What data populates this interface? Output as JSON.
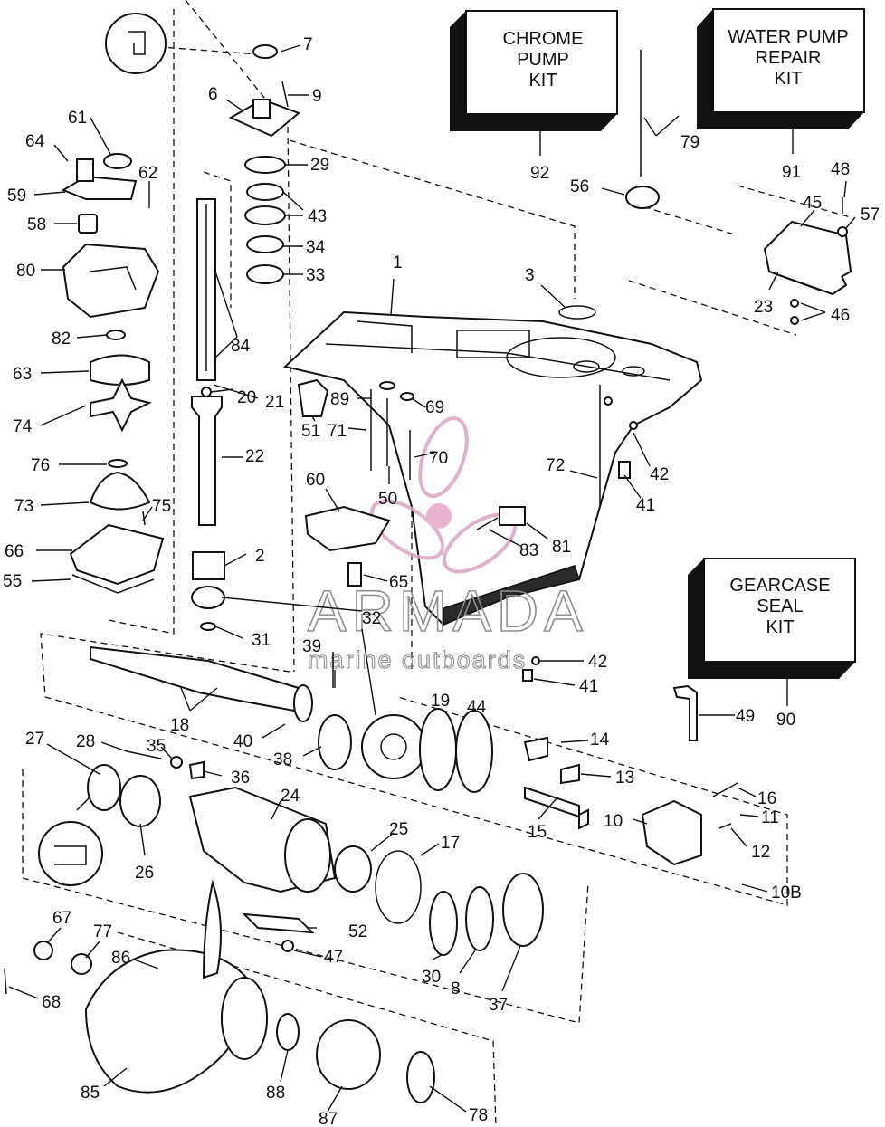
{
  "kits": {
    "chrome": {
      "lines": [
        "CHROME",
        "PUMP",
        "KIT"
      ],
      "ref": "92"
    },
    "water": {
      "lines": [
        "WATER PUMP",
        "REPAIR",
        "KIT"
      ],
      "ref": "91"
    },
    "seal": {
      "lines": [
        "GEARCASE",
        "SEAL",
        "KIT"
      ],
      "ref": "90"
    }
  },
  "watermark": {
    "brand": "ARMADA",
    "tagline": "marine outboards"
  },
  "callouts": [
    "1",
    "2",
    "3",
    "6",
    "7",
    "8",
    "9",
    "10",
    "10B",
    "11",
    "12",
    "13",
    "14",
    "15",
    "16",
    "17",
    "18",
    "19",
    "20",
    "21",
    "22",
    "23",
    "24",
    "25",
    "26",
    "27",
    "28",
    "29",
    "30",
    "31",
    "32",
    "33",
    "34",
    "35",
    "36",
    "37",
    "38",
    "39",
    "40",
    "41",
    "41",
    "42",
    "42",
    "43",
    "44",
    "45",
    "46",
    "47",
    "48",
    "49",
    "50",
    "51",
    "52",
    "55",
    "56",
    "57",
    "58",
    "59",
    "60",
    "61",
    "62",
    "63",
    "64",
    "65",
    "66",
    "67",
    "68",
    "69",
    "70",
    "71",
    "72",
    "73",
    "74",
    "75",
    "76",
    "77",
    "78",
    "79",
    "80",
    "81",
    "82",
    "83",
    "84",
    "85",
    "86",
    "87",
    "88",
    "89",
    "90",
    "91",
    "92"
  ]
}
